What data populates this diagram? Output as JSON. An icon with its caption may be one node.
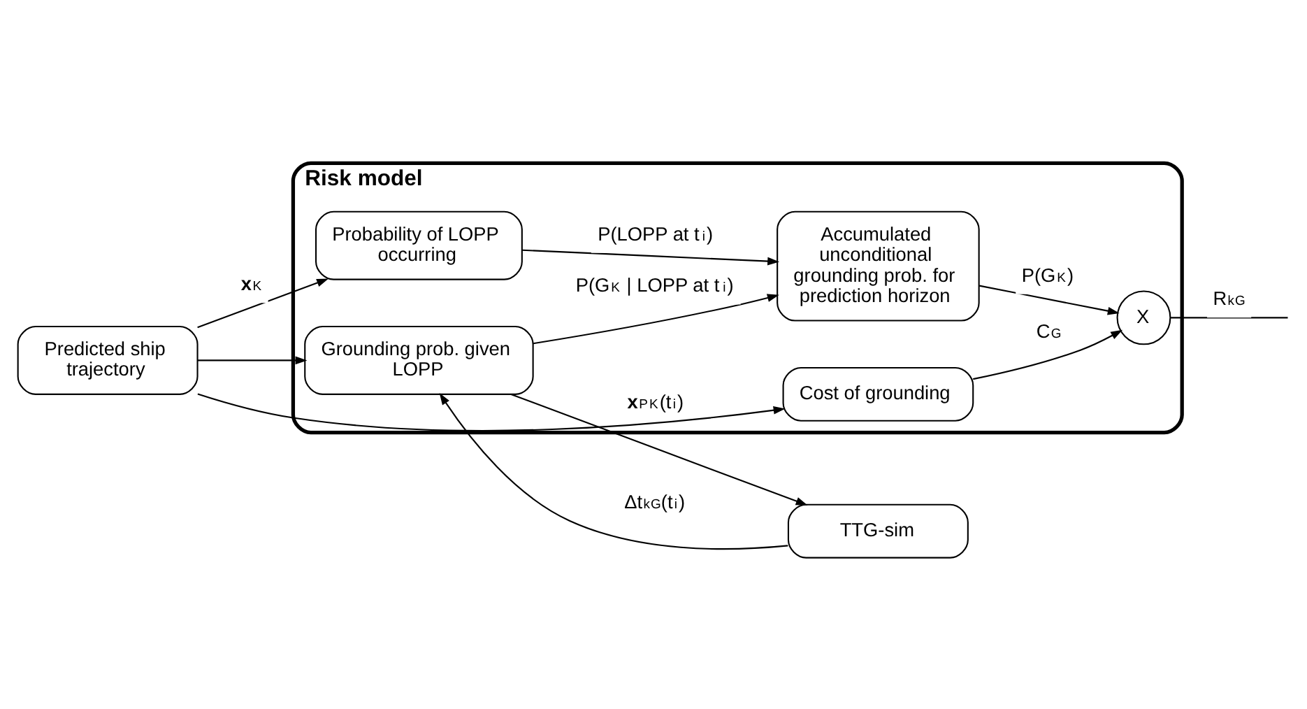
{
  "diagram": {
    "nodes": [
      {
        "text": [
          "Risk model"
        ]
      },
      {
        "text": [
          "Predicted ship trajectory"
        ]
      },
      {
        "text": [
          "Cost of grounding"
        ],
        "in": 0
      },
      {
        "text": [
          "Probability of LOPP occurring"
        ],
        "in": 0
      },
      {
        "text": [
          "Grounding prob. given LOPP"
        ],
        "in": 0
      },
      {
        "text": [
          "X"
        ],
        "in": 0
      },
      {
        "text": [
          "Accumulated unconditional grounding prob. for prediction horizon"
        ],
        "in": 0
      },
      {
        "text": [
          "TTG-sim"
        ]
      }
    ],
    "edges": [
      {
        "from": 1,
        "to": 2,
        "arrow": "to"
      },
      {
        "from": 1,
        "to": 3,
        "arrow": "to",
        "label": "**x**$_{K}$"
      },
      {
        "from": 1,
        "to": 4,
        "arrow": "to"
      },
      {
        "from": 2,
        "to": 5,
        "arrow": "to",
        "label": "C$_{G}$"
      },
      {
        "from": 3,
        "to": 6,
        "arrow": "to",
        "label": "P(LOPP at t$_{i}$)"
      },
      {
        "from": 4,
        "to": 6,
        "arrow": "to",
        "label": "P(G$_{K}$ | LOPP at t$_{i}$)"
      },
      {
        "from": 6,
        "to": 5,
        "arrow": "to",
        "label": "P(G$_{K}$)"
      },
      {
        "from": 5,
        "to": null,
        "arrow": "none",
        "label": "R$^{k}$$_{G}$"
      },
      {
        "from": 4,
        "to": 7,
        "arrow": "to",
        "label": "**x**$^{P}$$_{K}$(t$_{i}$)"
      },
      {
        "from": 7,
        "to": 4,
        "arrow": "to",
        "label": "Δt$^{k}$$_{G}$(t$_{i}$)"
      }
    ]
  }
}
